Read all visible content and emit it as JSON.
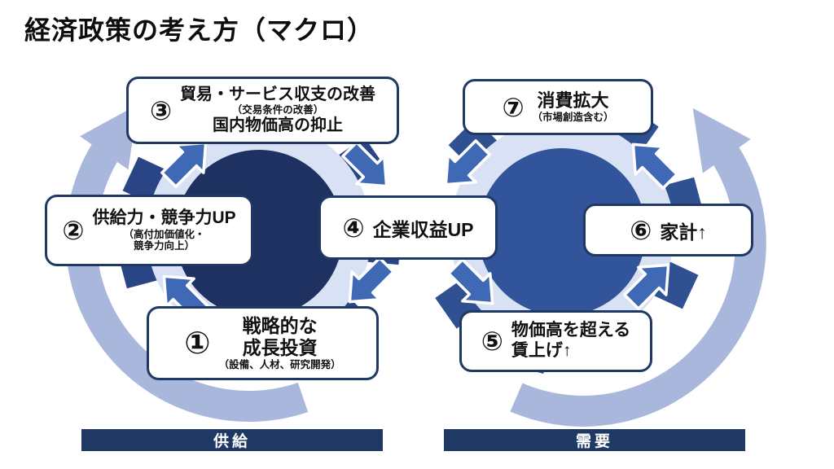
{
  "title": "経済政策の考え方（マクロ）",
  "boxes": {
    "growth_investment": {
      "num": "①",
      "line1": "戦略的な",
      "line2": "成長投資",
      "note": "（設備、人材、研究開発）"
    },
    "supply_power": {
      "num": "②",
      "line1": "供給力・競争力UP",
      "note1": "（高付加価値化・",
      "note2": "競争力向上）"
    },
    "trade_balance": {
      "num": "③",
      "line1": "貿易・サービス収支の改善",
      "note": "（交易条件の改善）",
      "line2": "国内物価高の抑止"
    },
    "corporate_profit": {
      "num": "④",
      "line1": "企業収益UP"
    },
    "wage_increase": {
      "num": "⑤",
      "line1": "物価高を超える",
      "line2": "賃上げ↑"
    },
    "household": {
      "num": "⑥",
      "line1": "家計↑"
    },
    "consumption": {
      "num": "⑦",
      "line1": "消費拡大",
      "note": "（市場創造含む）"
    }
  },
  "footer": {
    "supply": "供給",
    "demand": "需要"
  },
  "flows": [
    {
      "from": "①",
      "to": "②"
    },
    {
      "from": "②",
      "to": "③"
    },
    {
      "from": "③",
      "to": "④"
    },
    {
      "from": "④",
      "to": "①"
    },
    {
      "from": "④",
      "to": "⑤"
    },
    {
      "from": "⑤",
      "to": "⑥"
    },
    {
      "from": "⑥",
      "to": "⑦"
    },
    {
      "from": "⑦",
      "to": "④"
    }
  ],
  "cycles": {
    "supply_gear": "clockwise",
    "demand_gear": "counterclockwise"
  },
  "colors": {
    "navy": "#1f3864",
    "left_gear_core": "#1e3160",
    "right_gear_core": "#31549a",
    "left_gear_teeth": "#2a4585",
    "right_gear_teeth": "#2f5192",
    "gear_ring": "#d9e2f4",
    "small_arrow": "#3f69b5",
    "big_arrow": "#a8b7db"
  },
  "icons": {
    "cycle_arrow": "curved-arc-arrow",
    "flow_arrow": "block-arrow"
  }
}
